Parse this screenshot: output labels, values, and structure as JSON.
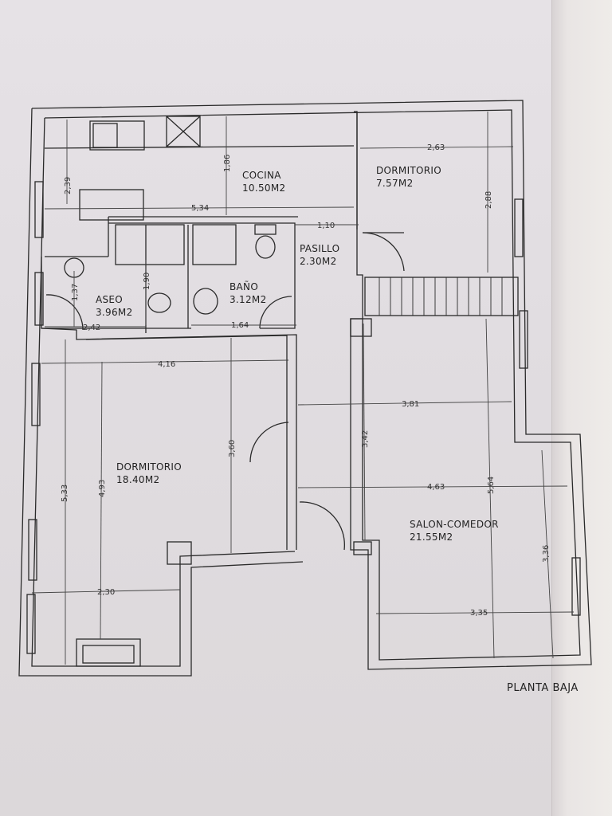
{
  "plan": {
    "title": "PLANTA BAJA",
    "rooms": {
      "cocina": {
        "name": "COCINA",
        "area": "10.50M2"
      },
      "dormitorio_small": {
        "name": "DORMITORIO",
        "area": "7.57M2"
      },
      "pasillo": {
        "name": "PASILLO",
        "area": "2.30M2"
      },
      "aseo": {
        "name": "ASEO",
        "area": "3.96M2"
      },
      "bano": {
        "name": "BAÑO",
        "area": "3.12M2"
      },
      "dormitorio_large": {
        "name": "DORMITORIO",
        "area": "18.40M2"
      },
      "salon": {
        "name": "SALON-COMEDOR",
        "area": "21.55M2"
      }
    },
    "dimensions": {
      "cocina_height": "2,39",
      "cocina_inner": "1,86",
      "cocina_width": "5,34",
      "pasillo_width": "1,10",
      "dorm_small_width": "2,63",
      "dorm_small_height": "2,88",
      "aseo_height": "1,37",
      "aseo_width": "2,42",
      "bano_height": "1,90",
      "bano_width": "1,64",
      "dorm_large_width": "4,16",
      "dorm_large_height_a": "3,60",
      "dorm_large_height_b": "5,33",
      "dorm_large_height_c": "4,93",
      "dorm_large_bottom": "2,30",
      "salon_upper": "3,81",
      "salon_left": "3,42",
      "salon_width": "4,63",
      "salon_height": "5,64",
      "salon_right": "3,36",
      "salon_bottom": "3,35"
    }
  }
}
